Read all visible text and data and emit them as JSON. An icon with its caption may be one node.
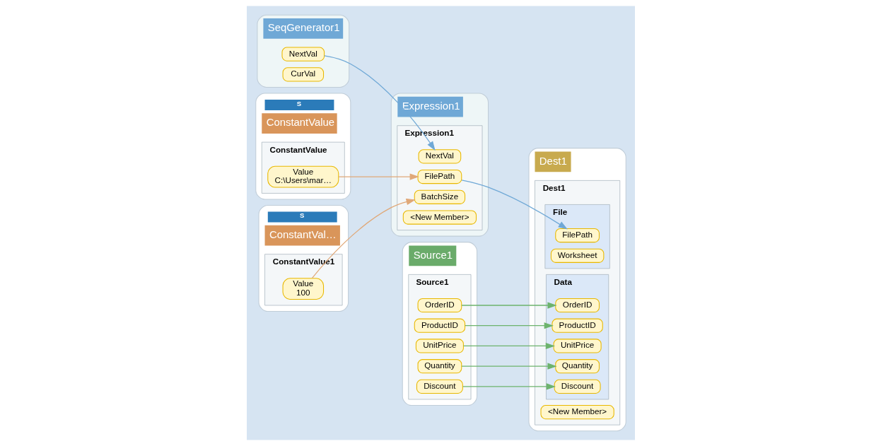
{
  "diagram": {
    "nodes": [
      {
        "text": [
          "SeqGenerator1"
        ]
      },
      {
        "text": [
          "NextVal"
        ],
        "in": 0
      },
      {
        "text": [
          "CurVal"
        ],
        "in": 0
      },
      {
        "text": [
          "ConstantValue"
        ],
        "beside": [
          "S"
        ]
      },
      {
        "text": [
          "ConstantValue"
        ],
        "in": 3
      },
      {
        "text": [
          "Value",
          "C:\\Users\\mar…"
        ],
        "in": 4
      },
      {
        "text": [
          "ConstantVal…"
        ],
        "beside": [
          "S"
        ]
      },
      {
        "text": [
          "ConstantValue1"
        ],
        "in": 6
      },
      {
        "text": [
          "Value",
          "100"
        ],
        "in": 7
      },
      {
        "text": [
          "Expression1"
        ]
      },
      {
        "text": [
          "Expression1"
        ],
        "in": 9
      },
      {
        "text": [
          "BatchSize"
        ],
        "in": 10
      },
      {
        "text": [
          "NextVal"
        ],
        "in": 10
      },
      {
        "text": [
          "FilePath"
        ],
        "in": 10
      },
      {
        "text": [
          "<New Member>"
        ],
        "in": 10
      },
      {
        "text": [
          "Source1"
        ]
      },
      {
        "text": [
          "Source1"
        ],
        "in": 15
      },
      {
        "text": [
          "OrderID"
        ],
        "in": 16
      },
      {
        "text": [
          "ProductID"
        ],
        "in": 16
      },
      {
        "text": [
          "UnitPrice"
        ],
        "in": 16
      },
      {
        "text": [
          "Quantity"
        ],
        "in": 16
      },
      {
        "text": [
          "Discount"
        ],
        "in": 16
      },
      {
        "text": [
          "Dest1"
        ]
      },
      {
        "text": [
          "Dest1"
        ],
        "in": 22
      },
      {
        "text": [
          "File"
        ],
        "in": 23
      },
      {
        "text": [
          "FilePath"
        ],
        "in": 24
      },
      {
        "text": [
          "Worksheet"
        ],
        "in": 24
      },
      {
        "text": [
          "Data"
        ],
        "in": 23
      },
      {
        "text": [
          "OrderID"
        ],
        "in": 27
      },
      {
        "text": [
          "ProductID"
        ],
        "in": 27
      },
      {
        "text": [
          "UnitPrice"
        ],
        "in": 27
      },
      {
        "text": [
          "Quantity"
        ],
        "in": 27
      },
      {
        "text": [
          "Discount"
        ],
        "in": 27
      },
      {
        "text": [
          "<New Member>"
        ],
        "in": 23
      }
    ],
    "edges": [
      {
        "from": 1,
        "to": 12,
        "arrow": "to",
        "color": "#6fa8d6"
      },
      {
        "from": 5,
        "to": 13,
        "arrow": "to",
        "color": "#e0a878"
      },
      {
        "from": 8,
        "to": 11,
        "arrow": "to",
        "color": "#e0a878"
      },
      {
        "from": 13,
        "to": 25,
        "arrow": "to",
        "color": "#6fa8d6"
      },
      {
        "from": 17,
        "to": 28,
        "arrow": "to"
      },
      {
        "from": 18,
        "to": 29,
        "arrow": "to"
      },
      {
        "from": 19,
        "to": 30,
        "arrow": "to"
      },
      {
        "from": 20,
        "to": 31,
        "arrow": "to"
      },
      {
        "from": 21,
        "to": 32,
        "arrow": "to"
      }
    ]
  }
}
